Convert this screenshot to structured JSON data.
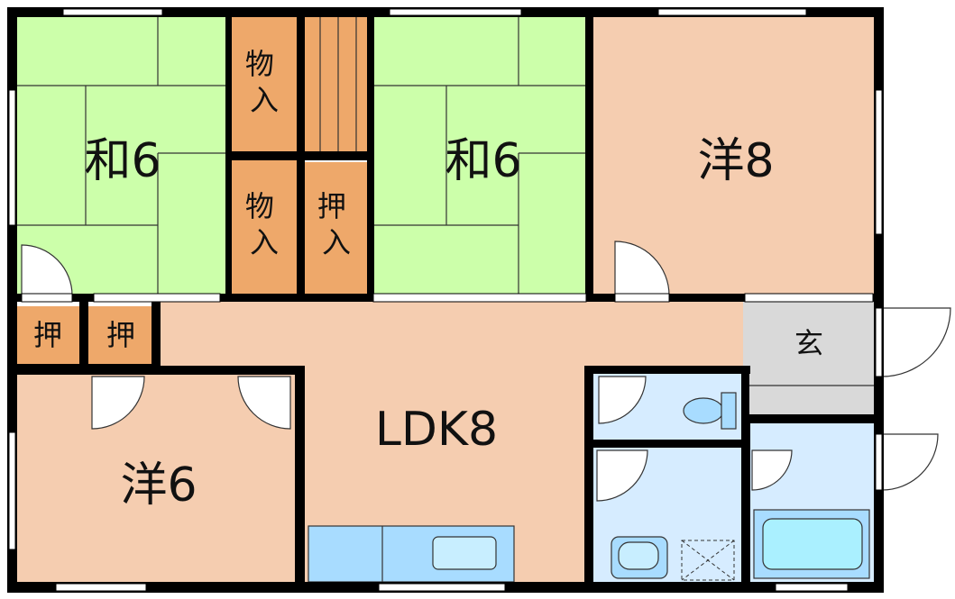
{
  "rooms": {
    "washitsu_left": "和6",
    "washitsu_mid": "和6",
    "yoshitsu_8": "洋8",
    "yoshitsu_6": "洋6",
    "ldk": "LDK8",
    "genkan": "玄",
    "oshiire_1": "押",
    "oshiire_2": "押",
    "oshiire_mid": "押入",
    "monoire_top": "物入",
    "monoire_bottom": "物入"
  },
  "colors": {
    "tatami": "#ccffaa",
    "western_floor": "#f5cdb0",
    "closet": "#eea86a",
    "genkan": "#d9d9d9",
    "wet_area": "#d6ecff",
    "fixture": "#a8dcff",
    "wall": "#000000"
  }
}
